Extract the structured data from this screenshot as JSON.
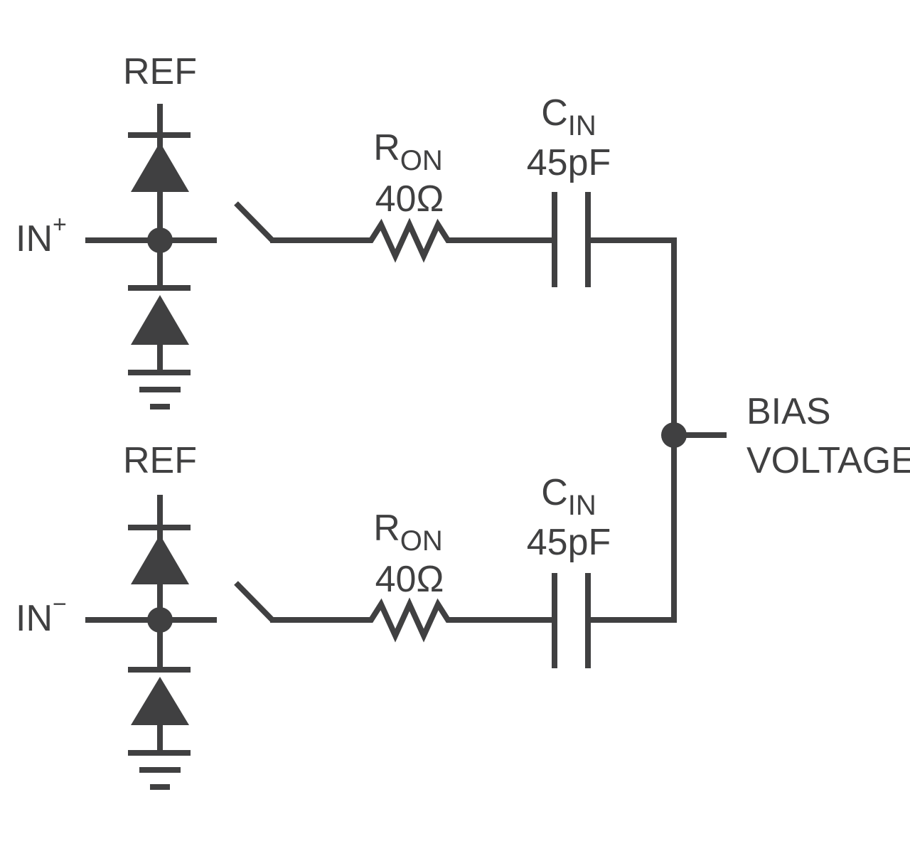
{
  "labels": {
    "ref": "REF",
    "in_main": "IN",
    "in_plus_sign": "+",
    "in_minus_sign": "−",
    "resistor_letter": "R",
    "resistor_sub": "ON",
    "resistor_value": "40Ω",
    "capacitor_letter": "C",
    "capacitor_sub": "IN",
    "capacitor_value": "45pF",
    "bias_line1": "BIAS",
    "bias_line2": "VOLTAGE"
  },
  "colors": {
    "ink": "#404041",
    "background": "#ffffff"
  }
}
